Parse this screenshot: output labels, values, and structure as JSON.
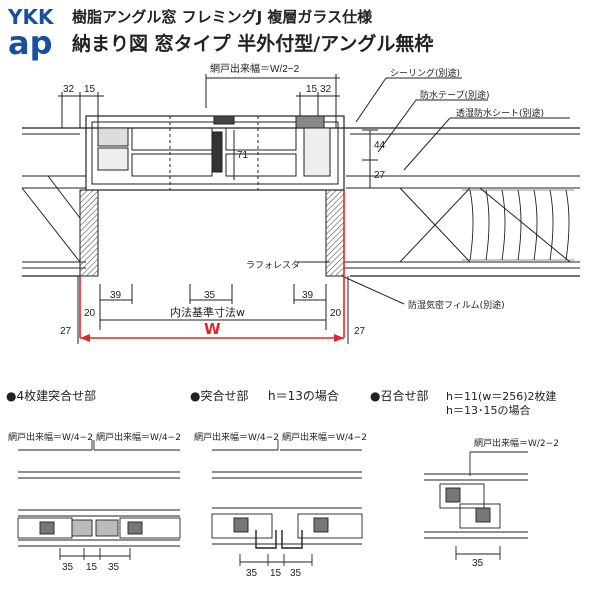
{
  "header": {
    "brand_top": "YKK",
    "brand_bottom": "ap",
    "title_line1": "樹脂アングル窓 フレミングJ 複層ガラス仕様",
    "title_line2": "納まり図 窓タイプ 半外付型/アングル無枠"
  },
  "main_section": {
    "screen_width_label": "網戸出来幅＝W/2−2",
    "dims": {
      "d32_left": "32",
      "d15_left": "15",
      "d15_right": "15",
      "d32_right": "32",
      "d71": "71",
      "d44": "44",
      "d27_vert": "27",
      "d39_left": "39",
      "d35_center": "35",
      "d39_right": "39",
      "d20_left": "20",
      "d20_right": "20",
      "d27_left": "27",
      "d27_right": "27",
      "inner_label": "内法基準寸法w",
      "outer_label": "W"
    },
    "callouts": {
      "sealing": "シーリング(別途)",
      "waterproof_tape": "防水テープ(別途)",
      "moisture_sheet": "透湿防水シート(別途)",
      "lath": "ラフォレスタ",
      "vapor_film": "防湿気密フィルム(別途)"
    }
  },
  "bottom_sections": {
    "four_panel": {
      "heading": "●4枚建突合せ部",
      "screen_label_left": "網戸出来幅＝W/4−2",
      "screen_label_right": "網戸出来幅＝W/4−2",
      "d35_a": "35",
      "d15": "15",
      "d35_b": "35"
    },
    "butt_joint": {
      "heading": "●突合せ部",
      "condition": "h＝13の場合",
      "screen_label_left": "網戸出来幅＝W/4−2",
      "screen_label_right": "網戸出来幅＝W/4−2",
      "d35_a": "35",
      "d15": "15",
      "d35_b": "35"
    },
    "meeting": {
      "heading": "●召合せ部",
      "condition_line1": "h＝11(w＝256)2枚建",
      "condition_line2": "h＝13･15の場合",
      "screen_label": "網戸出来幅＝W/2−2",
      "d35": "35"
    }
  },
  "colors": {
    "accent_blue": "#1a4fa0",
    "dimension_red": "#e0262b",
    "line": "#222222",
    "hatch": "#555555"
  }
}
